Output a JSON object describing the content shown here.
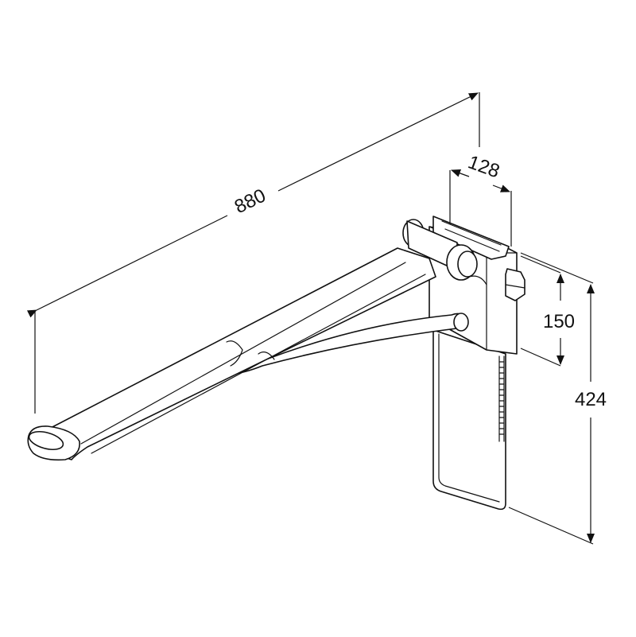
{
  "diagram": {
    "dimensions": {
      "length": "880",
      "wall_plate_width": "128",
      "upper_height": "150",
      "total_height": "424"
    },
    "colors": {
      "line": "#111111",
      "background": "#ffffff"
    }
  }
}
